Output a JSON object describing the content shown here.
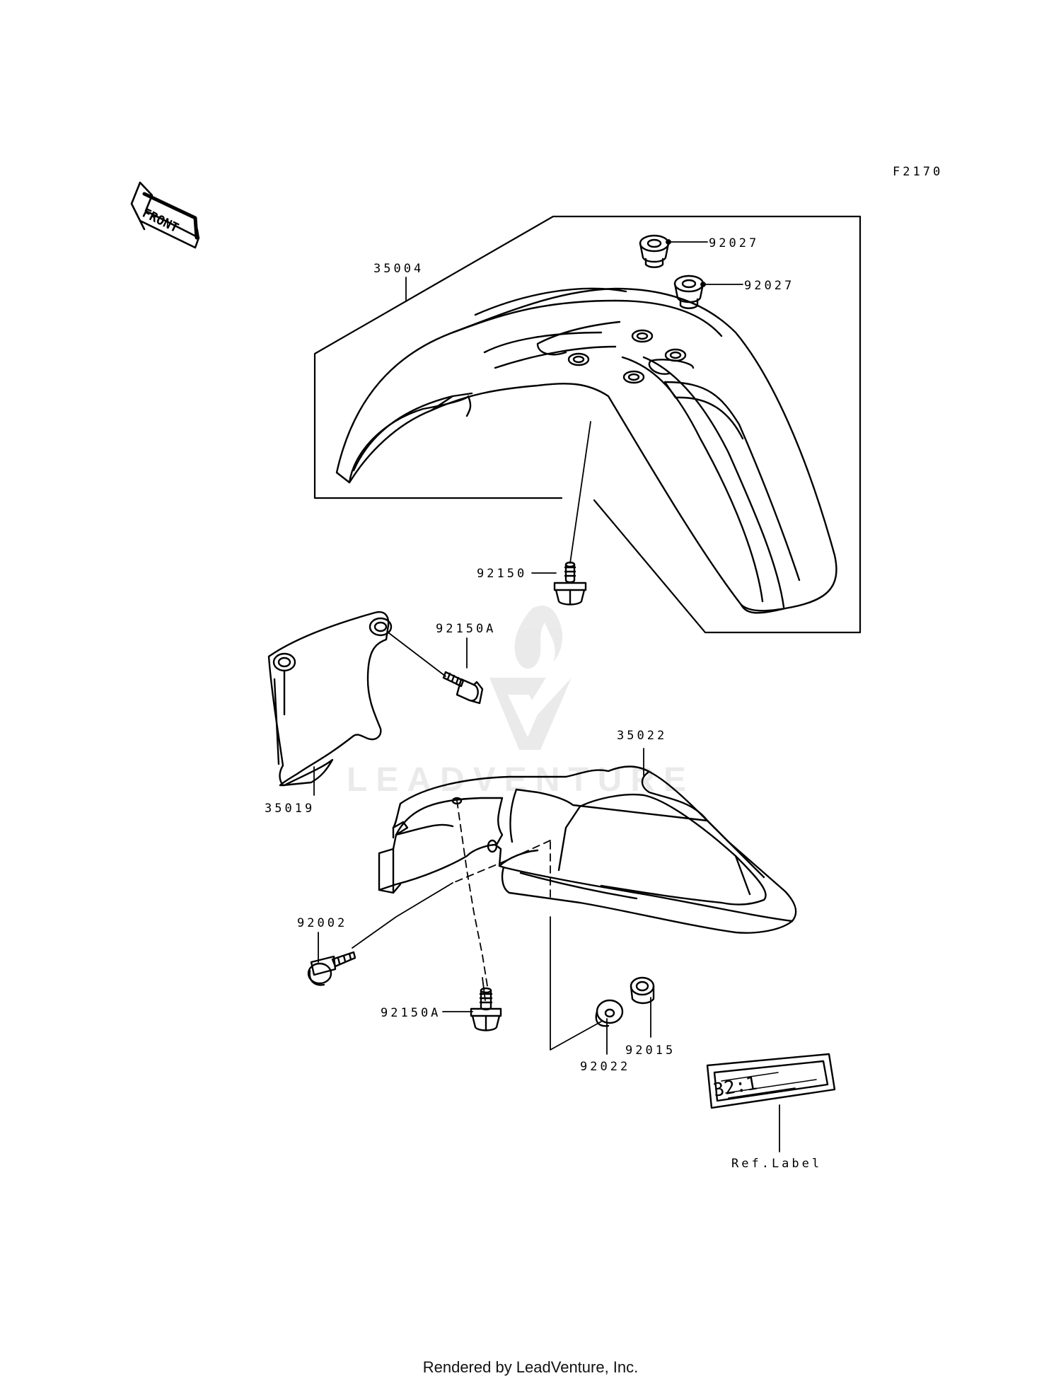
{
  "figure_code": "F2170",
  "front_tag": "FRONT",
  "watermark": "LEADVENTURE",
  "footer": "Rendered by LeadVenture, Inc.",
  "ref_label_text": "32:1",
  "parts": [
    {
      "id": "p-35004",
      "number": "35004"
    },
    {
      "id": "p-92027a",
      "number": "92027"
    },
    {
      "id": "p-92027b",
      "number": "92027"
    },
    {
      "id": "p-92150",
      "number": "92150"
    },
    {
      "id": "p-92150A-top",
      "number": "92150A"
    },
    {
      "id": "p-35019",
      "number": "35019"
    },
    {
      "id": "p-35022",
      "number": "35022"
    },
    {
      "id": "p-92002",
      "number": "92002"
    },
    {
      "id": "p-92150A-bot",
      "number": "92150A"
    },
    {
      "id": "p-92022",
      "number": "92022"
    },
    {
      "id": "p-92015",
      "number": "92015"
    },
    {
      "id": "p-ref",
      "number": "Ref.Label"
    }
  ]
}
